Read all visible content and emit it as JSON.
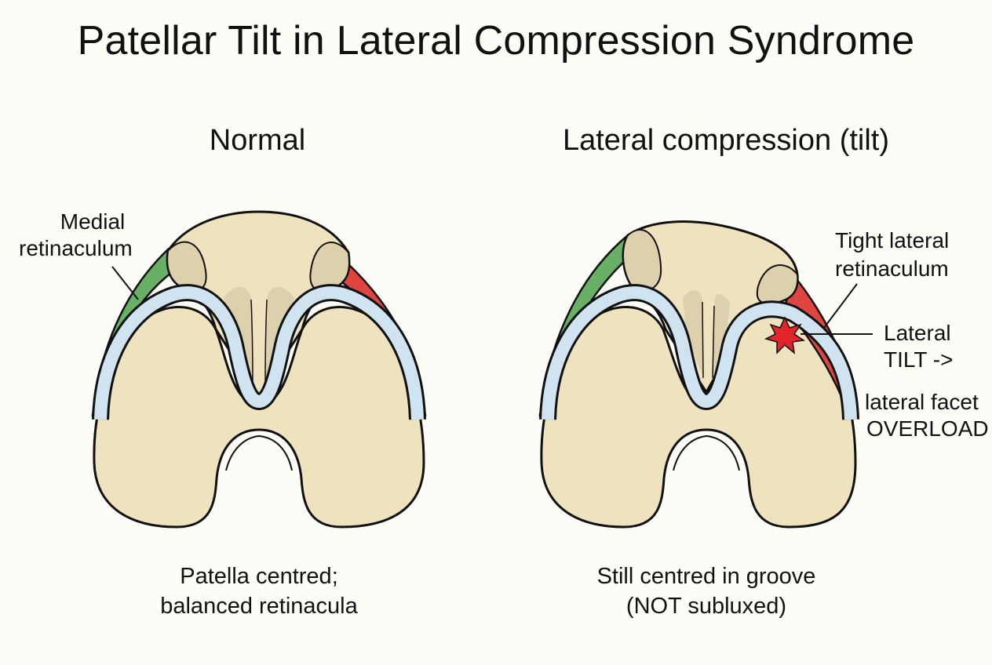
{
  "title": "Patellar Tilt in Lateral Compression Syndrome",
  "panels": {
    "normal": {
      "heading": "Normal",
      "caption_line1": "Patella centred;",
      "caption_line2": "balanced retinacula",
      "labels": {
        "medial_line1": "Medial",
        "medial_line2": "retinaculum"
      }
    },
    "tilt": {
      "heading": "Lateral compression (tilt)",
      "caption_line1": "Still centred in groove",
      "caption_line2": "(NOT subluxed)",
      "labels": {
        "tight_line1": "Tight lateral",
        "tight_line2": "retinaculum",
        "tilt_line1": "Lateral",
        "tilt_line2": "TILT ->",
        "overload_line1": "lateral facet",
        "overload_line2": "OVERLOAD"
      }
    }
  },
  "colors": {
    "bone": "#efe2bf",
    "patella": "#ddd0ad",
    "cartilage": "#cfe3f1",
    "medial_retinaculum": "#67b066",
    "lateral_retinaculum": "#e0443e",
    "overload_star": "#e3242b",
    "outline": "#111111"
  },
  "icons": [
    "overload-star-icon"
  ]
}
